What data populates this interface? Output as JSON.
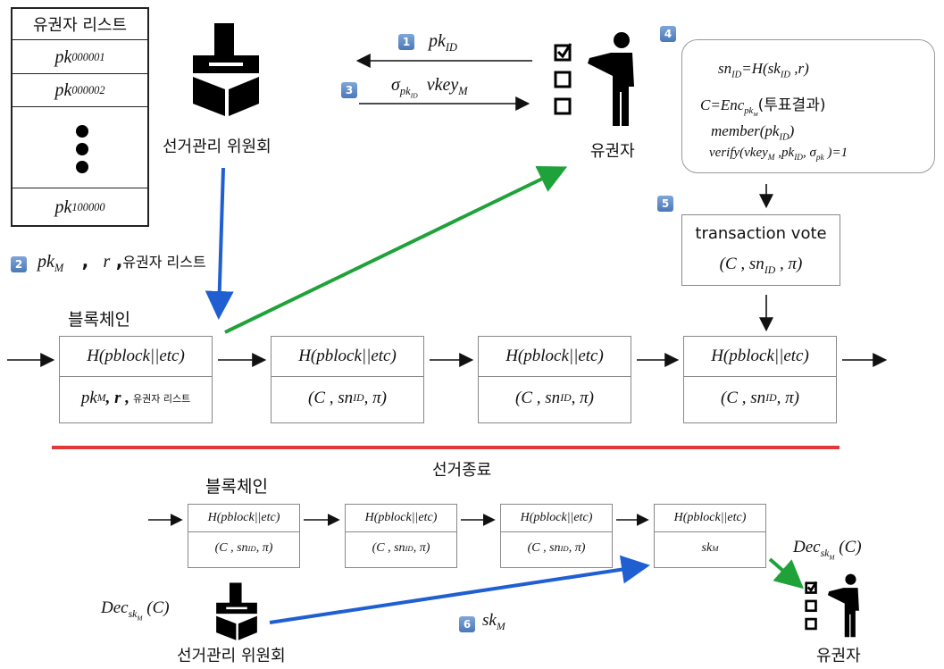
{
  "voter_list": {
    "title": "유권자 리스트",
    "rows": [
      "pk",
      "pk",
      "pk"
    ],
    "row_subs": [
      "000001",
      "000002",
      "100000"
    ]
  },
  "committee": {
    "label": "선거관리 위원회"
  },
  "voter": {
    "label": "유권자"
  },
  "steps": {
    "s1": "1",
    "s2": "2",
    "s3": "3",
    "s4": "4",
    "s5": "5",
    "s6": "6"
  },
  "msg1": {
    "main": "pk",
    "sub": "ID"
  },
  "msg3": {
    "sigma": "σ",
    "sigma_sub": "pk",
    "sigma_subsub": "ID",
    "vkey": "vkey",
    "vkey_sub": "M"
  },
  "msg2": {
    "pk": "pk",
    "pk_sub": "M",
    "comma1": ",",
    "r": "r",
    "comma2": ",",
    "tail": "유권자 리스트"
  },
  "step4_box": {
    "line1": "sn",
    "line1_sub": "ID",
    "line1_rest": "=H(sk",
    "line1_sub2": "ID",
    "line1_end": " ,r)",
    "line2": "C=Enc",
    "line2_sub": "pk",
    "line2_subsub": "M",
    "line2_end": "(투표결과)",
    "line3": "member(pk",
    "line3_sub": "ID",
    "line3_end": ")",
    "line4": "verify(vkey",
    "line4_sub": "M",
    "line4_mid": " ,pk",
    "line4_sub2": "ID",
    "line4_mid2": ",  σ",
    "line4_sub3": "pk",
    "line4_end": " )=1"
  },
  "tx": {
    "title": "transaction vote",
    "body": "(C ,  sn",
    "body_sub": "ID",
    "body_end": " ,  π)"
  },
  "chain1": {
    "label": "블록체인",
    "header": "H(pblock||etc)",
    "genesis_body_pk": "pk",
    "genesis_body_pk_sub": "M",
    "genesis_body_r": ", r ,",
    "genesis_body_tail": "유권자 리스트",
    "tx_body": "(C ,  sn",
    "tx_body_sub": "ID",
    "tx_body_end": " ,  π)"
  },
  "end_label": "선거종료",
  "chain2": {
    "label": "블록체인",
    "header": "H(pblock||etc)",
    "tx_body": "(C ,  sn",
    "tx_body_sub": "ID",
    "tx_body_end": " ,  π)",
    "last_body": "sk",
    "last_body_sub": "M"
  },
  "dec_right": {
    "main": "Dec",
    "sub": "sk",
    "subsub": "M",
    "arg": " (C)"
  },
  "dec_left": {
    "main": "Dec",
    "sub": "sk",
    "subsub": "M",
    "arg": " (C)"
  },
  "msg6": {
    "main": "sk",
    "sub": "M"
  },
  "colors": {
    "blue_arrow": "#1f5fd1",
    "green_arrow": "#1fa23a",
    "red_line": "#e23a3a",
    "badge": "#5a86c4"
  }
}
